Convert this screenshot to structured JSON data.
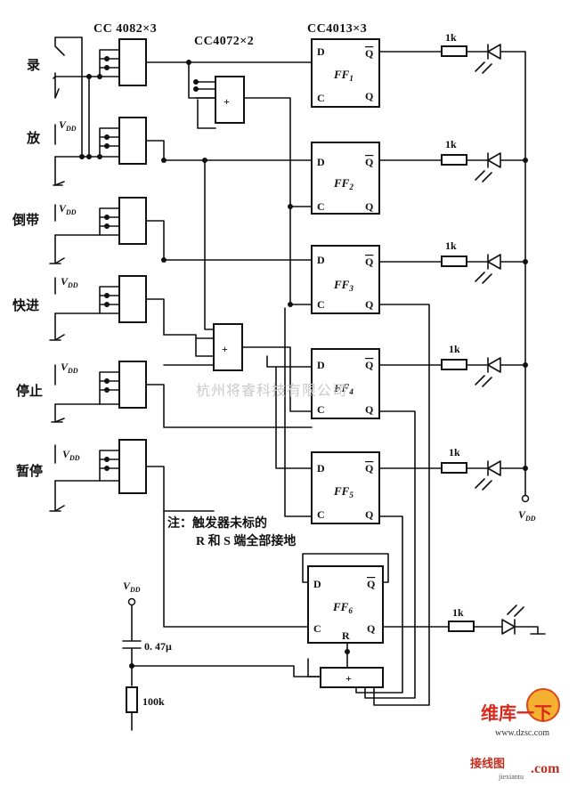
{
  "headers": {
    "and_gates": "CC 4082×3",
    "or_gates": "CC4072×2",
    "flipflops": "CC4013×3"
  },
  "inputs": [
    "录",
    "放",
    "倒带",
    "快进",
    "停止",
    "暂停"
  ],
  "vdd": "V",
  "vdd_sub": "DD",
  "flipflops": [
    {
      "name": "FF",
      "sub": "1"
    },
    {
      "name": "FF",
      "sub": "2"
    },
    {
      "name": "FF",
      "sub": "3"
    },
    {
      "name": "FF",
      "sub": "4"
    },
    {
      "name": "FF",
      "sub": "5"
    },
    {
      "name": "FF",
      "sub": "6"
    }
  ],
  "pins": {
    "d": "D",
    "c": "C",
    "q": "Q",
    "qbar": "Q",
    "r": "R"
  },
  "resistor": "1k",
  "plus": "+",
  "note_line1": "注：触发器未标的",
  "note_line2": "R 和 S 端全部接地",
  "capacitor": "0. 47μ",
  "resistor_big": "100k",
  "watermark": "杭州将睿科技有限公司",
  "logo": {
    "line1": "维库一下",
    "line2": "www.dzsc.com",
    "line3": "接线图",
    "line4": "jiexiantu",
    "line5": ".com"
  }
}
